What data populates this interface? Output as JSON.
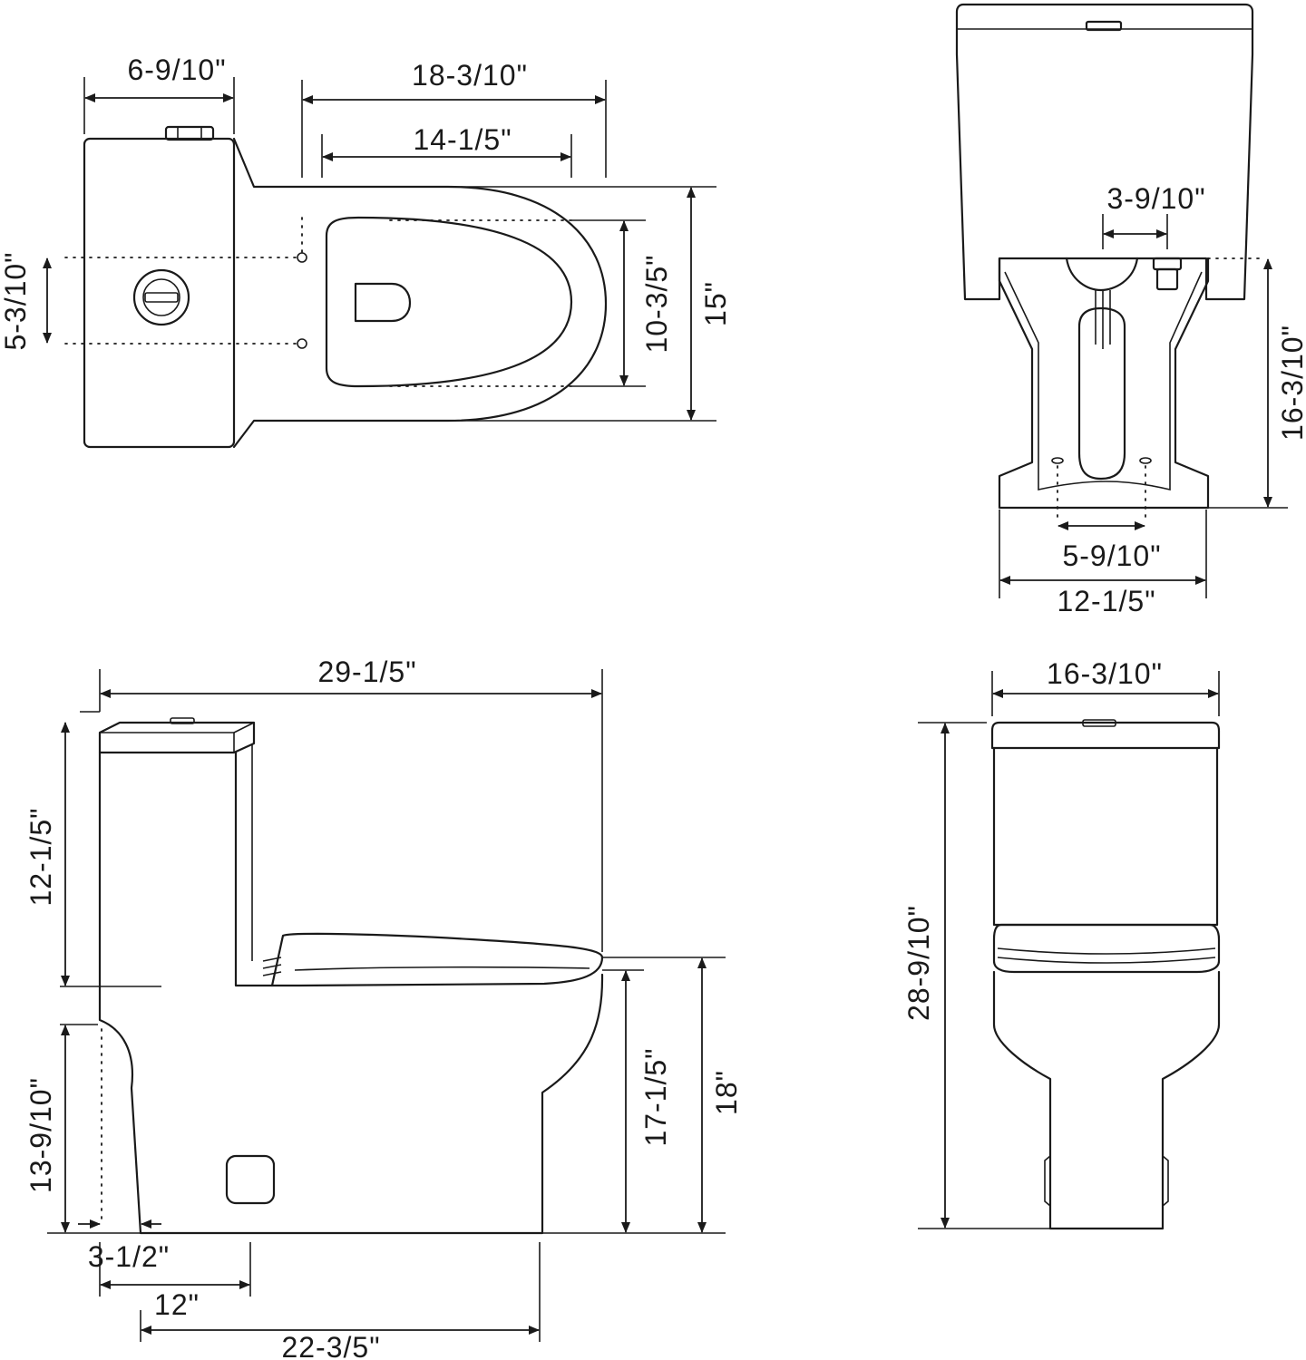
{
  "top_view": {
    "tank_depth": "6-9/10\"",
    "seat_to_front_outer": "18-3/10\"",
    "seat_opening_length": "14-1/5\"",
    "seat_width": "10-3/5\"",
    "overall_width": "15\"",
    "bolt_spacing": "5-3/10\""
  },
  "rear_view": {
    "supply_offset": "3-9/10\"",
    "supply_height": "16-3/10\"",
    "floor_bolt_spacing": "5-9/10\"",
    "base_width": "12-1/5\""
  },
  "side_view": {
    "overall_length": "29-1/5\"",
    "tank_height": "12-1/5\"",
    "tank_to_floor": "13-9/10\"",
    "seat_height_no_lid": "17-1/5\"",
    "seat_height_with_lid": "18\"",
    "back_offset": "3-1/2\"",
    "rough_in": "12\"",
    "base_length": "22-3/5\""
  },
  "front_view": {
    "tank_width": "16-3/10\"",
    "overall_height": "28-9/10\""
  }
}
